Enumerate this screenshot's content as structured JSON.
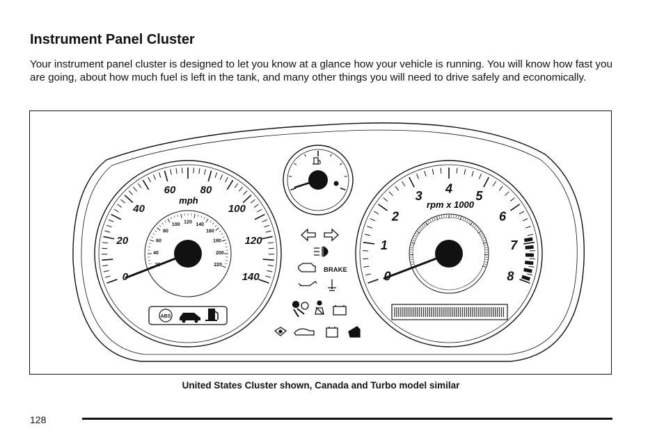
{
  "page": {
    "title": "Instrument Panel Cluster",
    "body": "Your instrument panel cluster is designed to let you know at a glance how your vehicle is running. You will know how fast you are going, about how much fuel is left in the tank, and many other things you will need to drive safely and economically.",
    "caption": "United States Cluster shown, Canada and Turbo model similar",
    "page_number": "128"
  },
  "cluster": {
    "speedometer": {
      "unit": "mph",
      "major_labels": [
        "0",
        "20",
        "40",
        "60",
        "80",
        "100",
        "120",
        "140"
      ],
      "inner_unit_labels": [
        "20",
        "40",
        "60",
        "80",
        "100",
        "120",
        "140",
        "160",
        "180",
        "200",
        "220"
      ]
    },
    "tachometer": {
      "unit": "rpm x 1000",
      "labels": [
        "0",
        "1",
        "2",
        "3",
        "4",
        "5",
        "6",
        "7",
        "8"
      ]
    },
    "indicators": {
      "brake_label": "BRAKE",
      "abs_label": "ABS"
    },
    "icons": [
      "left-turn-signal-icon",
      "right-turn-signal-icon",
      "headlamp-icon",
      "check-engine-icon",
      "oil-pressure-icon",
      "coolant-temperature-icon",
      "airbag-icon",
      "seatbelt-icon",
      "battery-icon",
      "traction-icon",
      "security-icon",
      "cruise-icon",
      "abs-icon",
      "door-ajar-icon",
      "fuel-pump-icon"
    ]
  }
}
